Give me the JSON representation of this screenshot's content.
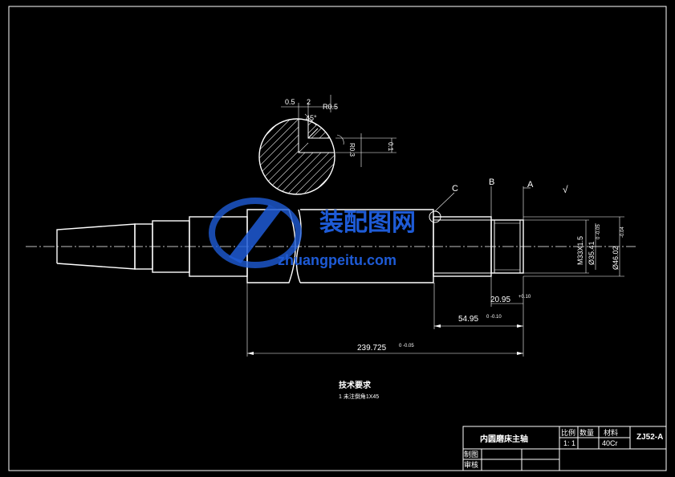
{
  "colors": {
    "background": "#000000",
    "lines": "#ffffff",
    "watermark": "#1e5bd6"
  },
  "section_view": {
    "dim_05": "0.5",
    "dim_2": "2",
    "dim_r05": "R0.5",
    "dim_45": "45°",
    "dim_r03": "R0.3",
    "dim_01": "0.1"
  },
  "labels": {
    "c": "C",
    "b": "B",
    "a": "A",
    "roughness": "√"
  },
  "dimensions": {
    "thread": "M33X1.5",
    "dia_mid": "Ø35.41",
    "dia_mid_tol": "0 -0.05",
    "dia_outer": "Ø46.02",
    "dia_outer_tol": "-0.04",
    "len_2095": "20.95",
    "len_2095_tol": "+0.10",
    "len_5495": "54.95",
    "len_5495_tol": "0 -0.10",
    "len_239725": "239.725",
    "len_239725_tol": "0 -0.05"
  },
  "tech_requirements": {
    "title": "技术要求",
    "line1": "1 未注倒角1X45"
  },
  "watermark": {
    "text_cn": "装配图网",
    "text_en": "zhuangpeitu.com"
  },
  "title_block": {
    "part_name": "内圆磨床主轴",
    "scale_label": "比例",
    "qty_label": "数量",
    "material_label": "材料",
    "drawing_no": "ZJ52-A",
    "scale_value": "1: 1",
    "material_value": "40Cr",
    "drawn_label": "制图",
    "checked_label": "审核"
  }
}
